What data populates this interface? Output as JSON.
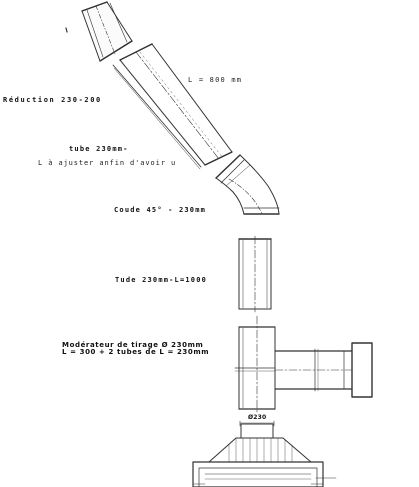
{
  "labels": {
    "reduction": "Réduction 230-200",
    "pipe_length": "L = 800 mm",
    "tube_title": "tube 230mm-",
    "tube_adjust": "L à ajuster anfin d'avoir u",
    "elbow": "Coude 45° - 230mm",
    "straight_tube": "Tude 230mm-L=1000",
    "moderator_title": "Modérateur de tirage Ø 230mm",
    "moderator_detail": "L = 300 + 2 tubes de L = 230mm",
    "diameter": "Ø230"
  },
  "colors": {
    "line": "#333333",
    "text": "#111111"
  }
}
